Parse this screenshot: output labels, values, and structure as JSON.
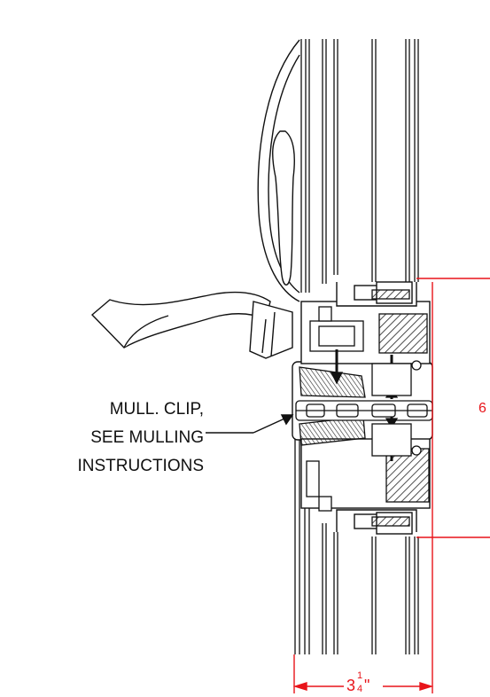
{
  "callout": {
    "line1": "MULL. CLIP,",
    "line2": "SEE MULLING",
    "line3": "INSTRUCTIONS"
  },
  "dimensions": {
    "width_whole": "3",
    "width_num": "1",
    "width_den": "4",
    "width_unit": "\"",
    "side_partial": "6"
  },
  "colors": {
    "line": "#111111",
    "dimension": "#e8141a",
    "hatch": "#333333"
  }
}
